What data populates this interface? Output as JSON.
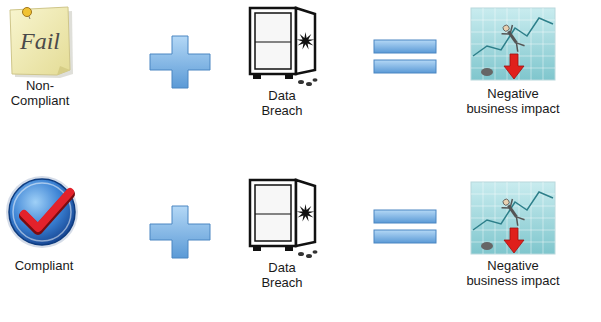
{
  "diagram": {
    "nodes": [
      {
        "text": [
          "Fail",
          "Non-Compliant"
        ]
      },
      {
        "text": [
          "Data Breach"
        ]
      },
      {
        "text": [
          "Negative business impact"
        ]
      },
      {
        "text": [
          "Compliant"
        ]
      },
      {
        "text": [
          "Data Breach"
        ]
      },
      {
        "text": [
          "Negative business impact"
        ]
      }
    ]
  }
}
